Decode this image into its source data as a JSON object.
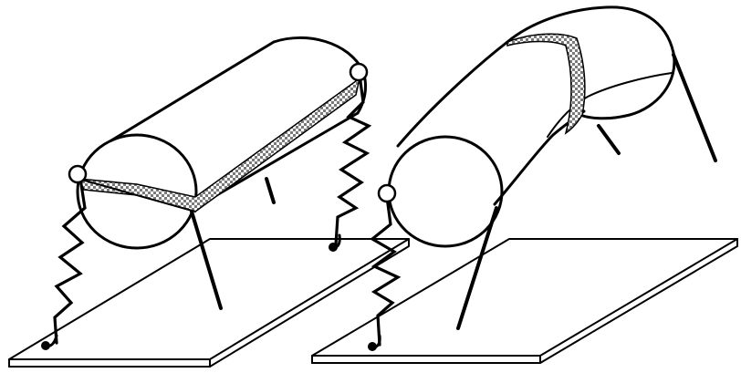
{
  "figure": {
    "panels": [
      {
        "id": "left",
        "description_label": ""
      },
      {
        "id": "right",
        "description_label": ""
      }
    ],
    "colors": {
      "line": "#000000",
      "background": "#ffffff",
      "hatch": "#7a7a7a"
    },
    "icons": [
      "pivot-circle",
      "anchor-dot",
      "zigzag-spring",
      "support-rod",
      "checkered-band"
    ]
  }
}
